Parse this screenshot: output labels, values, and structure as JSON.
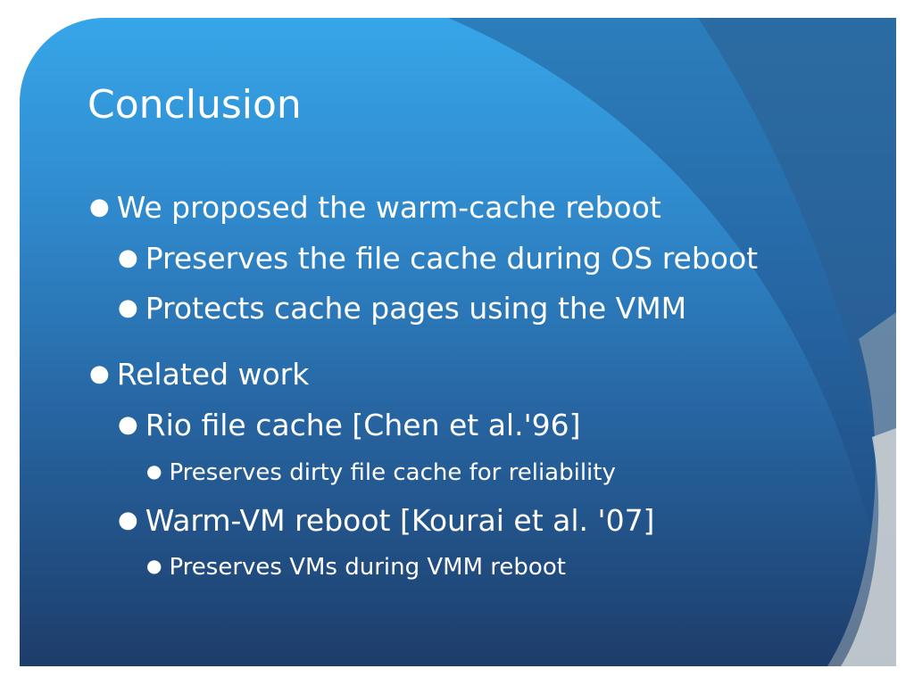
{
  "slide": {
    "title": "Conclusion",
    "bullets": [
      {
        "level": 1,
        "text": "We proposed the warm-cache reboot"
      },
      {
        "level": 2,
        "text": "Preserves the file cache during OS reboot"
      },
      {
        "level": 2,
        "text": "Protects cache pages using the VMM"
      },
      {
        "level": 1,
        "text": "Related work"
      },
      {
        "level": 2,
        "text": "Rio file cache [Chen et al.'96]"
      },
      {
        "level": 3,
        "text": "Preserves dirty file cache for reliability"
      },
      {
        "level": 2,
        "text": "Warm-VM reboot [Kourai et al. '07]"
      },
      {
        "level": 3,
        "text": "Preserves VMs during VMM reboot"
      }
    ]
  },
  "colors": {
    "background_top": "#36a6e8",
    "background_bottom": "#1d3d6a",
    "text": "#ffffff"
  },
  "icons": {
    "bullet": "bullet-dot-icon"
  }
}
